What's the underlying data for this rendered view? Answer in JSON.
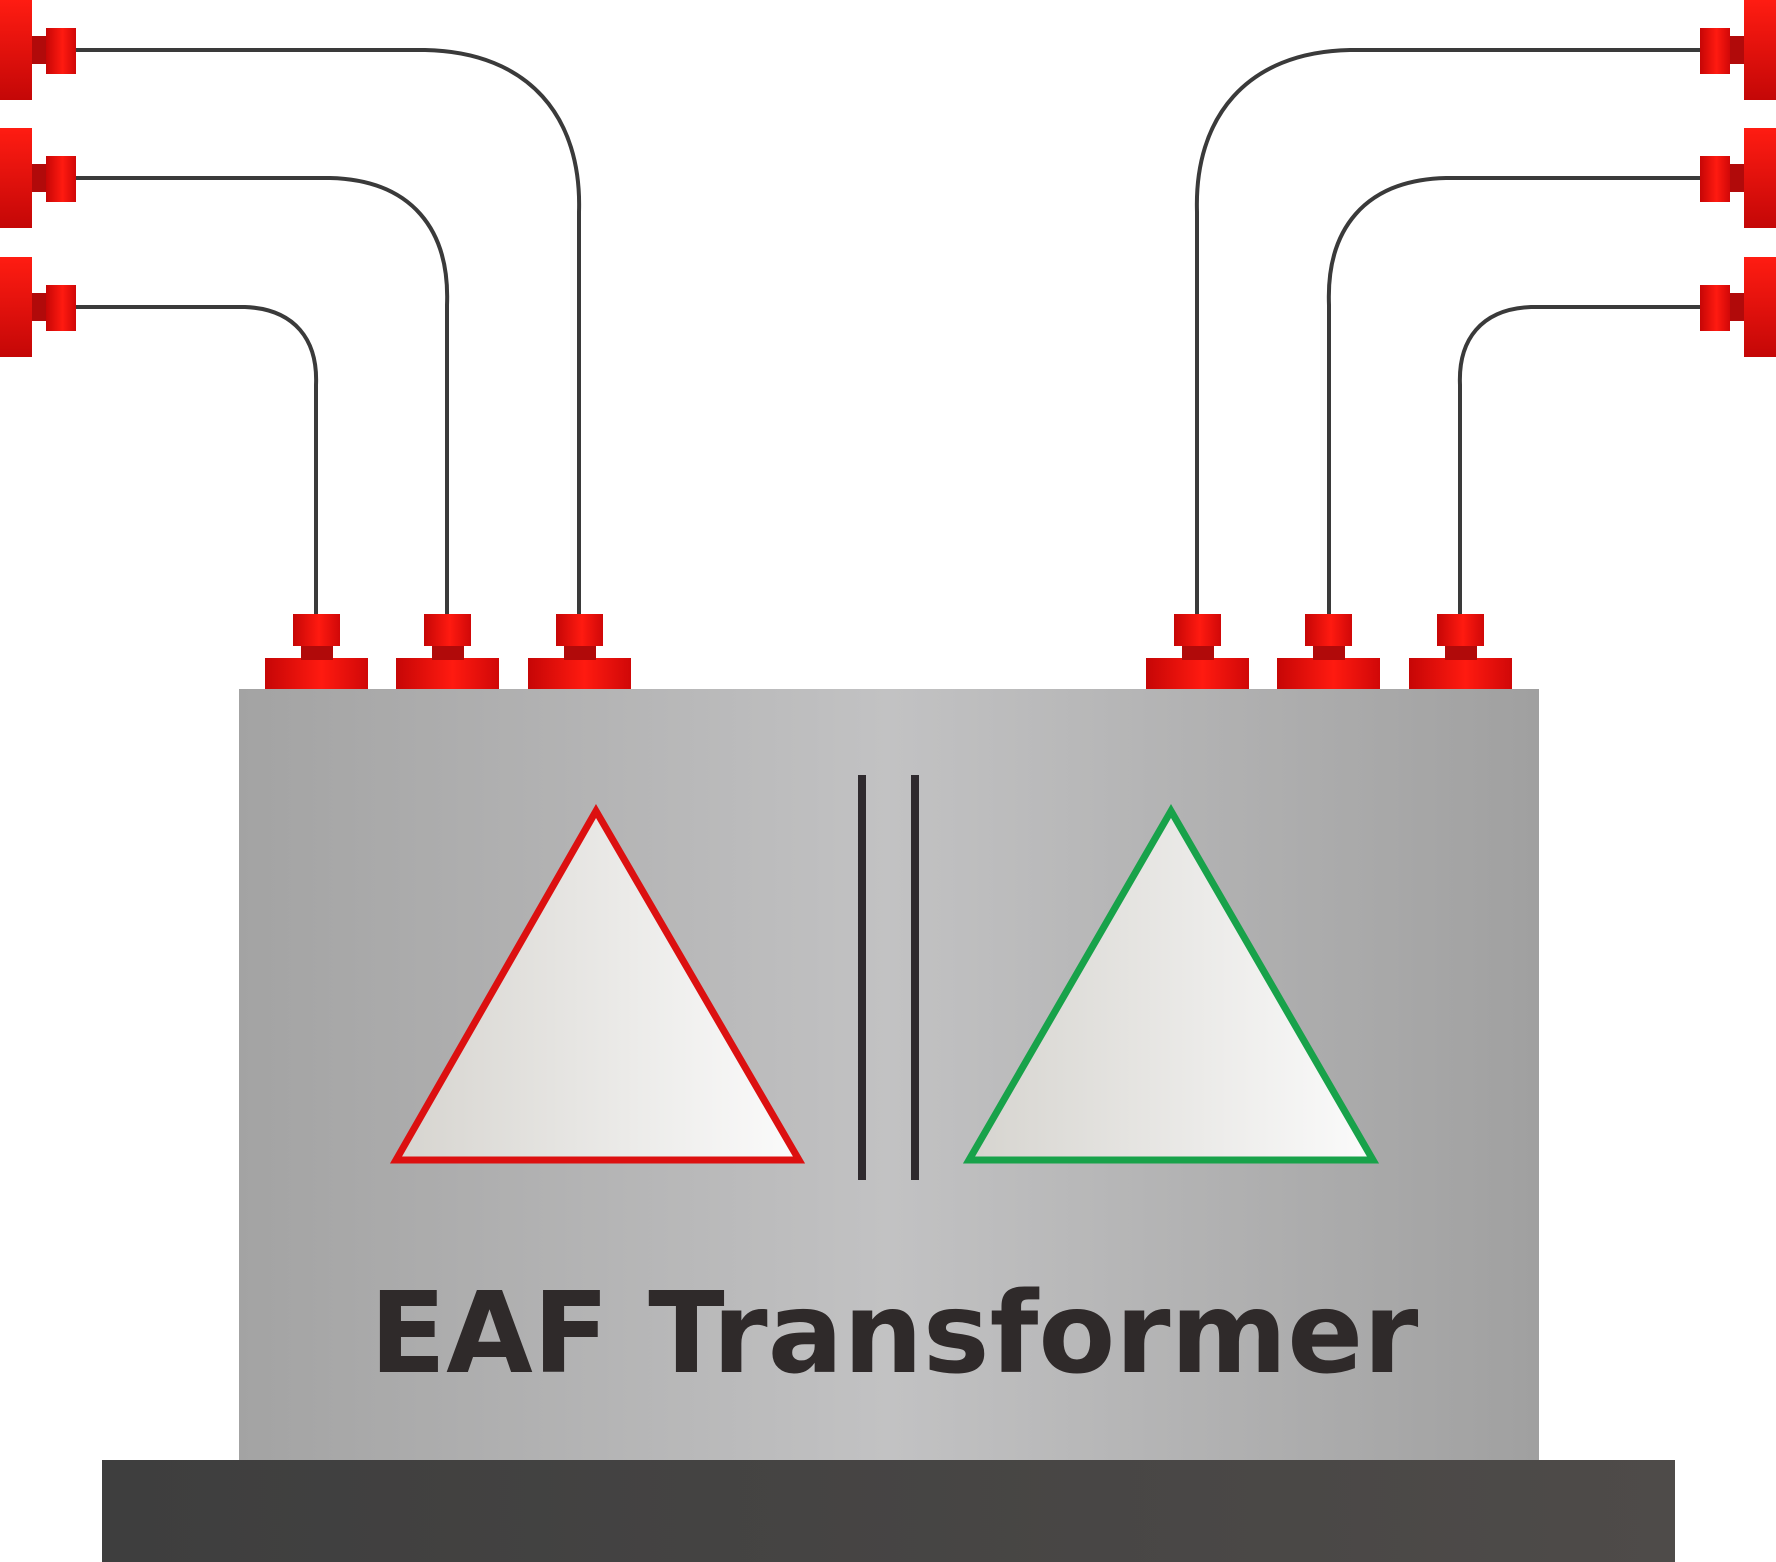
{
  "diagram": {
    "title": "EAF Transformer",
    "colors": {
      "terminal": "#e20f0f",
      "terminal_dark": "#b80808",
      "wire": "#3a3a3a",
      "tank": "#b4b4b4",
      "base": "#454545",
      "label": "#2f2a2a",
      "primary_winding": "#dc1010",
      "secondary_winding": "#18a24a",
      "core_bars": "#2f2a2e"
    },
    "primary_winding": {
      "symbol": "delta",
      "icon": "triangle-icon"
    },
    "secondary_winding": {
      "symbol": "delta",
      "icon": "triangle-icon"
    },
    "terminals": {
      "left_lines": 3,
      "right_lines": 3,
      "tank_bushings": 6
    }
  }
}
